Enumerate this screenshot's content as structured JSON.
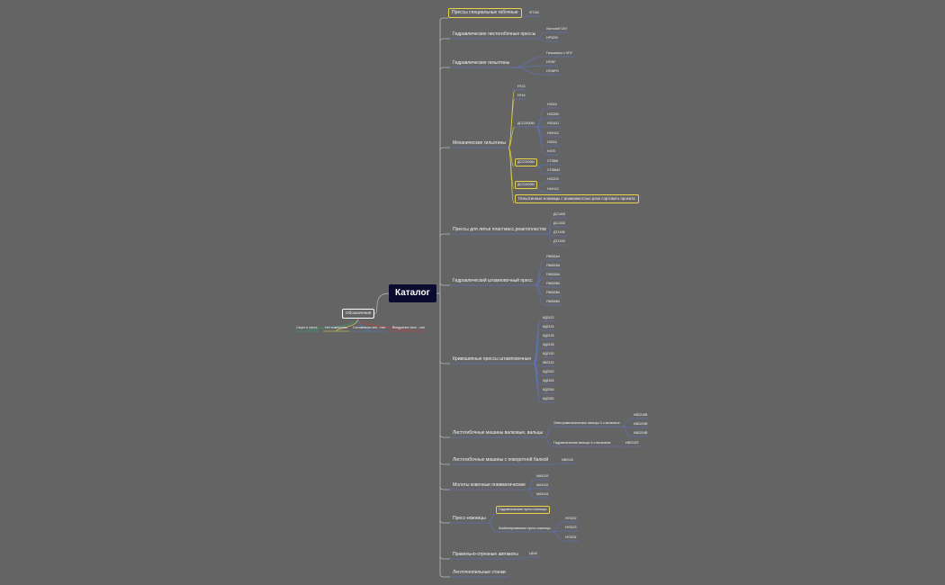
{
  "title": "Каталог",
  "legend": {
    "title": "Обозначения",
    "items": [
      {
        "label": "Скоро в листе",
        "color": "#2fa36e"
      },
      {
        "label": "Нет изменения",
        "color": "#e8d34a"
      },
      {
        "label": "Составлены инс - пон",
        "color": "#4f7bd6"
      },
      {
        "label": "Внедрение инсп - пон",
        "color": "#d53b3b"
      }
    ]
  },
  "branches": [
    {
      "label": "Прессы специальные гибочные",
      "boxed": true,
      "children": [
        {
          "label": "ЛГС60"
        }
      ]
    },
    {
      "label": "Гидравлические листогибочные прессы",
      "children": [
        {
          "label": "Листогиб ЧПУ"
        },
        {
          "label": "НР3200"
        }
      ]
    },
    {
      "label": "Гидравлические гильотины",
      "children": [
        {
          "label": "Гильотины с ЧПУ"
        },
        {
          "label": "НГ06Г"
        },
        {
          "label": "НГ06РО"
        }
      ]
    },
    {
      "label": "Механические гильотины",
      "children": [
        {
          "label": "НГ13"
        },
        {
          "label": "НГ16"
        },
        {
          "label": "ДСС0000М",
          "children": [
            {
              "label": "Н3316"
            },
            {
              "label": "Н3Z253"
            },
            {
              "label": "Н3С641"
            },
            {
              "label": "Н4Н112"
            },
            {
              "label": "Н3316"
            },
            {
              "label": "Н478"
            }
          ]
        },
        {
          "label": "ДСС0000М",
          "boxed": true,
          "children": [
            {
              "label": "СТ3ВМ"
            },
            {
              "label": "СТ3ВМ4"
            }
          ]
        },
        {
          "label": "ДСС0000М",
          "boxed": true,
          "children": [
            {
              "label": "Н3Z223"
            },
            {
              "label": "Н4Н112"
            }
          ]
        },
        {
          "label": "Гильотинные ножницы с возможностью реза сортового проката",
          "boxed": true
        }
      ]
    },
    {
      "label": "Прессы для литья пластмасс,реактопластов",
      "children": [
        {
          "label": "ДС1426"
        },
        {
          "label": "ДС1432"
        },
        {
          "label": "ДТ1436"
        },
        {
          "label": "ДТ1426"
        }
      ]
    },
    {
      "label": "Гидравлический штамповочный пресс",
      "children": [
        {
          "label": "П6632А4"
        },
        {
          "label": "П6632А6"
        },
        {
          "label": "П6634А4"
        },
        {
          "label": "П6632В4"
        },
        {
          "label": "П6632В4"
        },
        {
          "label": "П6634В4"
        }
      ]
    },
    {
      "label": "Кривошипные прессы штамповочные",
      "children": [
        {
          "label": "КД2122"
        },
        {
          "label": "КД2124"
        },
        {
          "label": "КД2126"
        },
        {
          "label": "КД2128"
        },
        {
          "label": "КД2130"
        },
        {
          "label": "КВ2132"
        },
        {
          "label": "КД2322"
        },
        {
          "label": "КД2324"
        },
        {
          "label": "КД2326"
        },
        {
          "label": "КД2330"
        }
      ]
    },
    {
      "label": "Листогибочные машины валковые, вальцы",
      "children": [
        {
          "label": "Электромеханические вальцы 3-х валковые",
          "children": [
            {
              "label": "ИВ2216В"
            },
            {
              "label": "ИВ2220В"
            },
            {
              "label": "ИВ2224В"
            }
          ]
        },
        {
          "label": "Гидравлические вальцы 4-х валковые",
          "children": [
            {
              "label": "ИВ2232Г"
            }
          ]
        }
      ]
    },
    {
      "label": "Листогибочные машины с поворотной балкой",
      "children": [
        {
          "label": "ИВ0134"
        }
      ]
    },
    {
      "label": "Молоты ковочные пневматические",
      "children": [
        {
          "label": "МА4129"
        },
        {
          "label": "МА4132"
        },
        {
          "label": "МА4134"
        }
      ]
    },
    {
      "label": "Пресс-ножницы",
      "children": [
        {
          "label": "Гидравлические пресс ножницы",
          "boxed": true
        },
        {
          "label": "Комбинированные пресс-ножницы",
          "children": [
            {
              "label": "НГ5222"
            },
            {
              "label": "НГ5223"
            },
            {
              "label": "НГ5224"
            }
          ]
        }
      ]
    },
    {
      "label": "Правильно-отрезные автоматы",
      "children": [
        {
          "label": "ЦБ42"
        }
      ]
    },
    {
      "label": "Ленточнопильные станки"
    }
  ]
}
